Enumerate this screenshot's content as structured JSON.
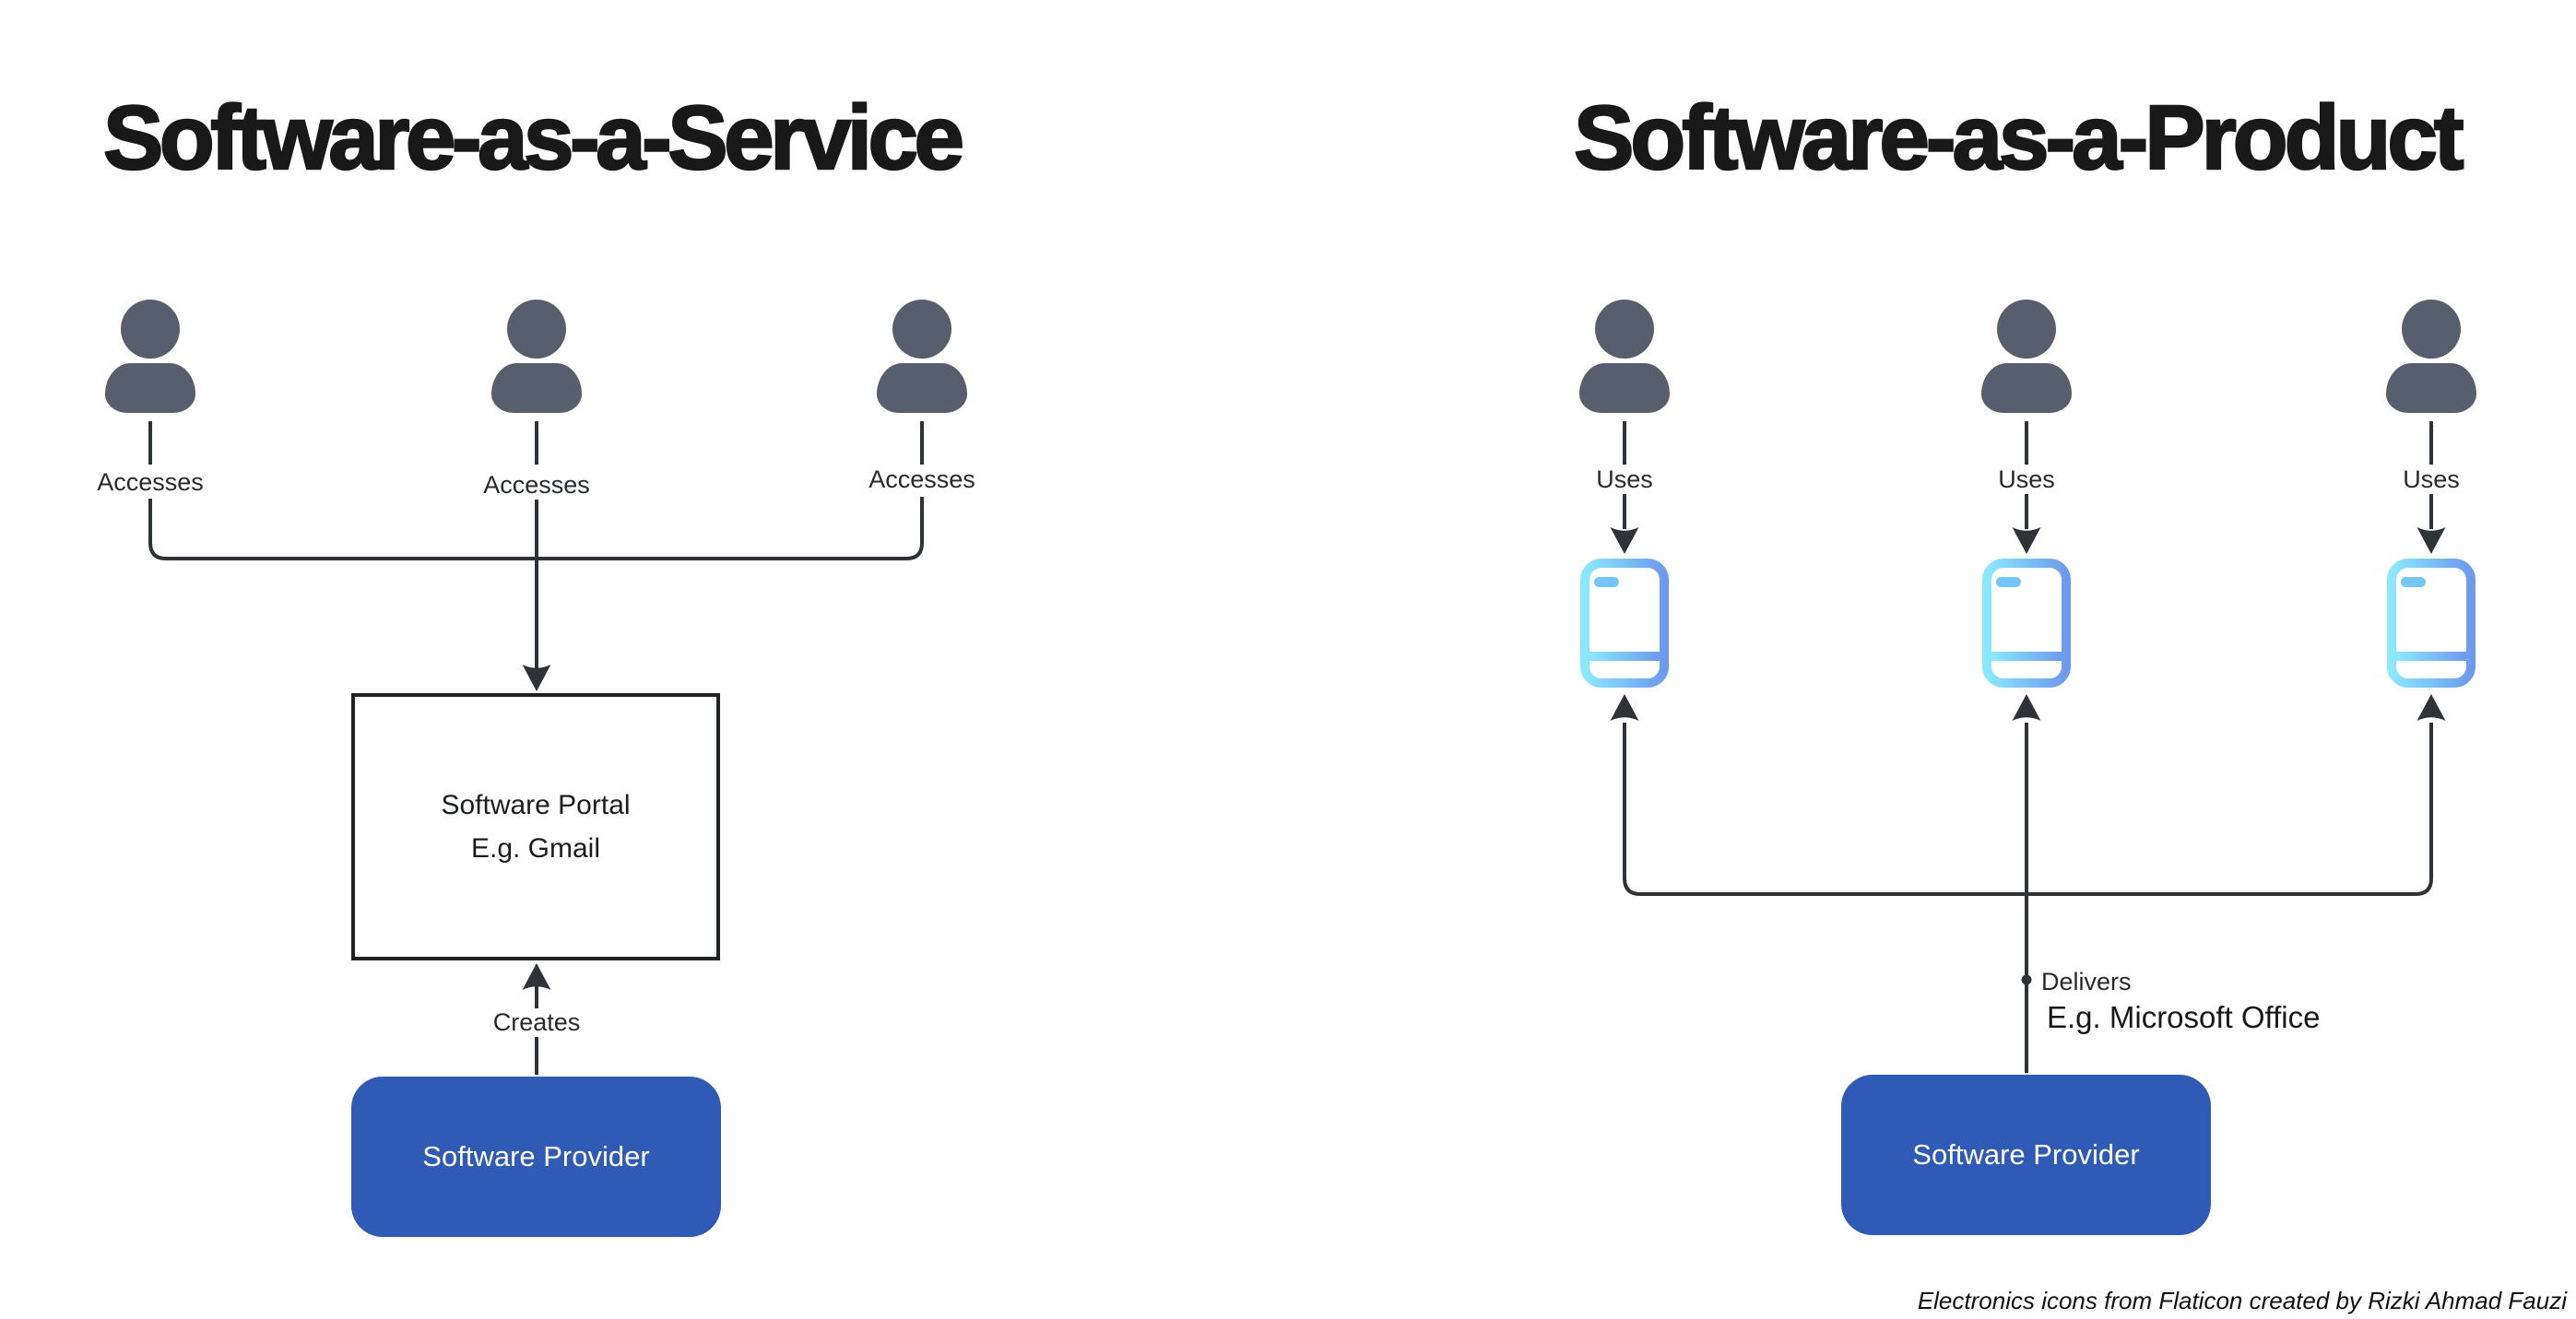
{
  "left_diagram": {
    "title": "Software-as-a-Service",
    "access_labels": [
      "Accesses",
      "Accesses",
      "Accesses"
    ],
    "portal_box": {
      "line1": "Software Portal",
      "line2": "E.g. Gmail"
    },
    "creates_label": "Creates",
    "provider_label": "Software Provider"
  },
  "right_diagram": {
    "title": "Software-as-a-Product",
    "uses_labels": [
      "Uses",
      "Uses",
      "Uses"
    ],
    "delivers_label": "Delivers",
    "example_label": "E.g. Microsoft Office",
    "provider_label": "Software Provider"
  },
  "footer": {
    "attribution": "Electronics icons from Flaticon created by Rizki Ahmad Fauzi"
  },
  "colors": {
    "provider_box": "#2F5BB6",
    "person_icon": "#575E6E",
    "connector": "#2F3337",
    "title_text": "#191919",
    "phone_gradient_start": "#8BE9FE",
    "phone_gradient_end": "#6D9AED",
    "phone_pill": "#74C6F7"
  }
}
